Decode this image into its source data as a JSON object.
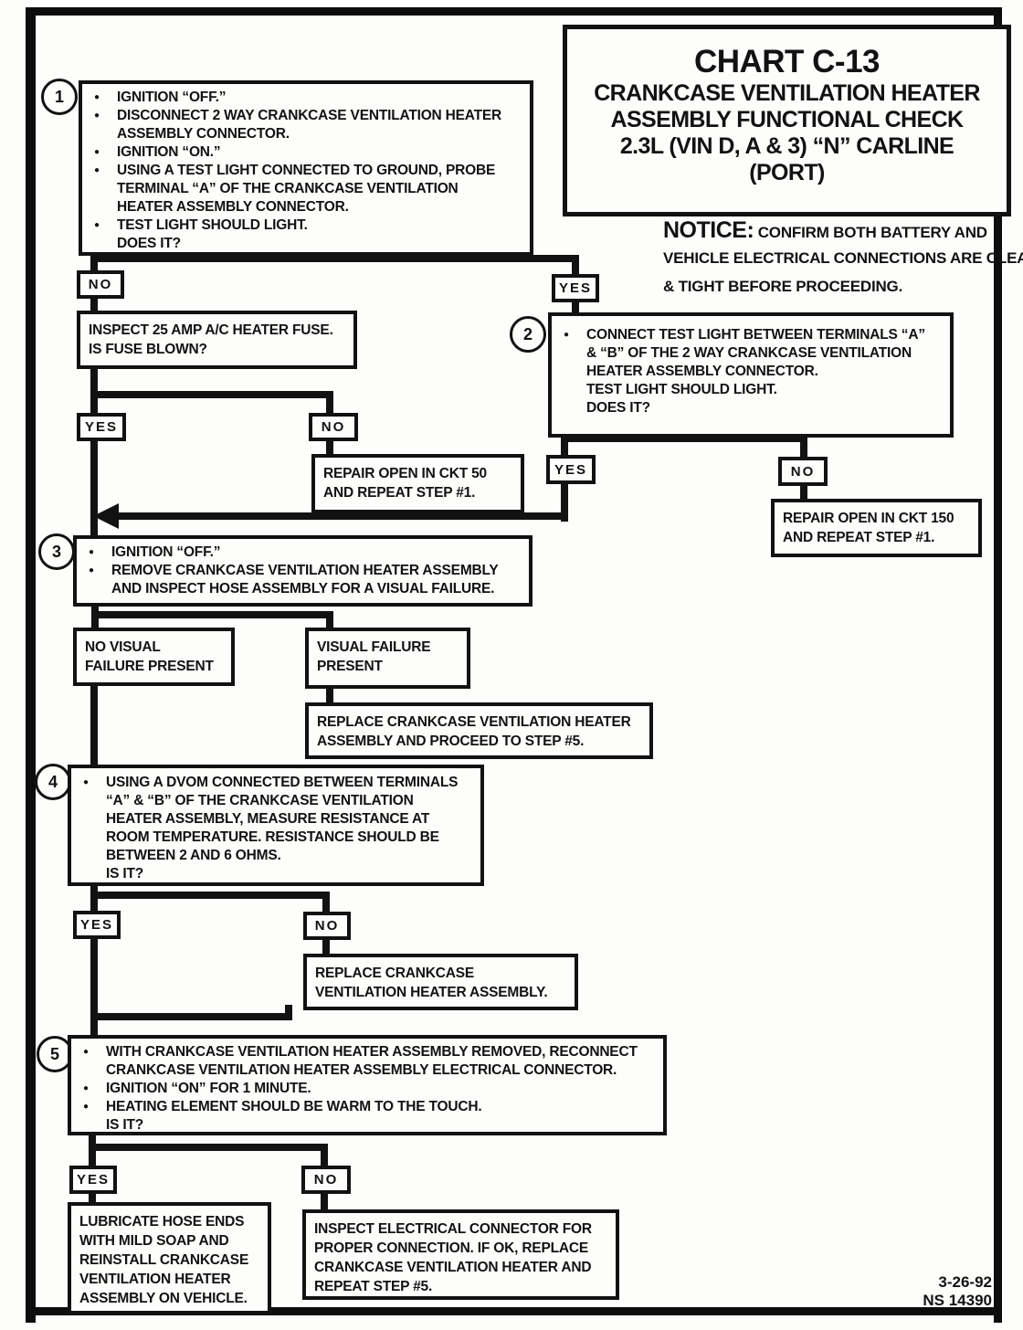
{
  "header": {
    "chart_title": "CHART C-13",
    "subtitle_lines": [
      "CRANKCASE VENTILATION HEATER",
      "ASSEMBLY FUNCTIONAL CHECK",
      "2.3L (VIN D, A & 3) “N” CARLINE",
      "(PORT)"
    ],
    "notice_label": "NOTICE:",
    "notice_lines": [
      "CONFIRM BOTH BATTERY AND",
      "VEHICLE ELECTRICAL CONNECTIONS ARE CLEAN",
      "& TIGHT BEFORE PROCEEDING."
    ]
  },
  "labels": {
    "yes": "YES",
    "no": "NO"
  },
  "steps": {
    "s1": {
      "num": "1",
      "lines": [
        "IGNITION “OFF.”",
        "DISCONNECT 2 WAY CRANKCASE VENTILATION HEATER",
        "ASSEMBLY CONNECTOR.",
        "IGNITION “ON.”",
        "USING A TEST LIGHT CONNECTED TO GROUND, PROBE",
        "TERMINAL “A” OF THE CRANKCASE VENTILATION",
        "HEATER ASSEMBLY CONNECTOR.",
        "TEST LIGHT SHOULD LIGHT.",
        "DOES IT?"
      ]
    },
    "s2": {
      "num": "2",
      "lines": [
        "CONNECT TEST LIGHT BETWEEN TERMINALS “A”",
        "& “B” OF THE 2 WAY CRANKCASE VENTILATION",
        "HEATER ASSEMBLY CONNECTOR.",
        "TEST LIGHT SHOULD LIGHT.",
        "DOES IT?"
      ]
    },
    "s3": {
      "num": "3",
      "lines": [
        "IGNITION “OFF.”",
        "REMOVE CRANKCASE VENTILATION HEATER ASSEMBLY",
        "AND INSPECT HOSE ASSEMBLY FOR A VISUAL FAILURE."
      ]
    },
    "s4": {
      "num": "4",
      "lines": [
        "USING A DVOM CONNECTED BETWEEN TERMINALS",
        "“A” & “B” OF THE CRANKCASE VENTILATION",
        "HEATER ASSEMBLY, MEASURE RESISTANCE AT",
        "ROOM TEMPERATURE.  RESISTANCE SHOULD BE",
        "BETWEEN 2 AND 6 OHMS.",
        "IS IT?"
      ]
    },
    "s5": {
      "num": "5",
      "lines": [
        "WITH CRANKCASE VENTILATION HEATER ASSEMBLY REMOVED, RECONNECT",
        "CRANKCASE VENTILATION HEATER ASSEMBLY ELECTRICAL CONNECTOR.",
        "IGNITION “ON” FOR 1 MINUTE.",
        "HEATING ELEMENT SHOULD BE WARM TO THE TOUCH.",
        "IS IT?"
      ]
    }
  },
  "boxes": {
    "inspect_fuse": [
      "INSPECT 25 AMP A/C HEATER FUSE.",
      "IS FUSE BLOWN?"
    ],
    "repair_ckt50": [
      "REPAIR OPEN IN CKT 50",
      "AND REPEAT STEP #1."
    ],
    "repair_ckt150": [
      "REPAIR OPEN IN CKT 150",
      "AND REPEAT STEP #1."
    ],
    "no_visual_failure": [
      "NO VISUAL",
      "FAILURE PRESENT"
    ],
    "visual_failure": [
      "VISUAL FAILURE",
      "PRESENT"
    ],
    "replace_proceed": [
      "REPLACE CRANKCASE VENTILATION HEATER",
      "ASSEMBLY AND PROCEED TO STEP #5."
    ],
    "replace_assembly": [
      "REPLACE CRANKCASE",
      "VENTILATION HEATER ASSEMBLY."
    ],
    "lubricate": [
      "LUBRICATE HOSE ENDS",
      "WITH MILD SOAP AND",
      "REINSTALL CRANKCASE",
      "VENTILATION HEATER",
      "ASSEMBLY ON VEHICLE."
    ],
    "inspect_connector": [
      "INSPECT ELECTRICAL CONNECTOR FOR",
      "PROPER CONNECTION.  IF OK, REPLACE",
      "CRANKCASE VENTILATION HEATER AND",
      "REPEAT STEP #5."
    ]
  },
  "footer": {
    "date": "3-26-92",
    "doc_number": "NS 14390"
  }
}
